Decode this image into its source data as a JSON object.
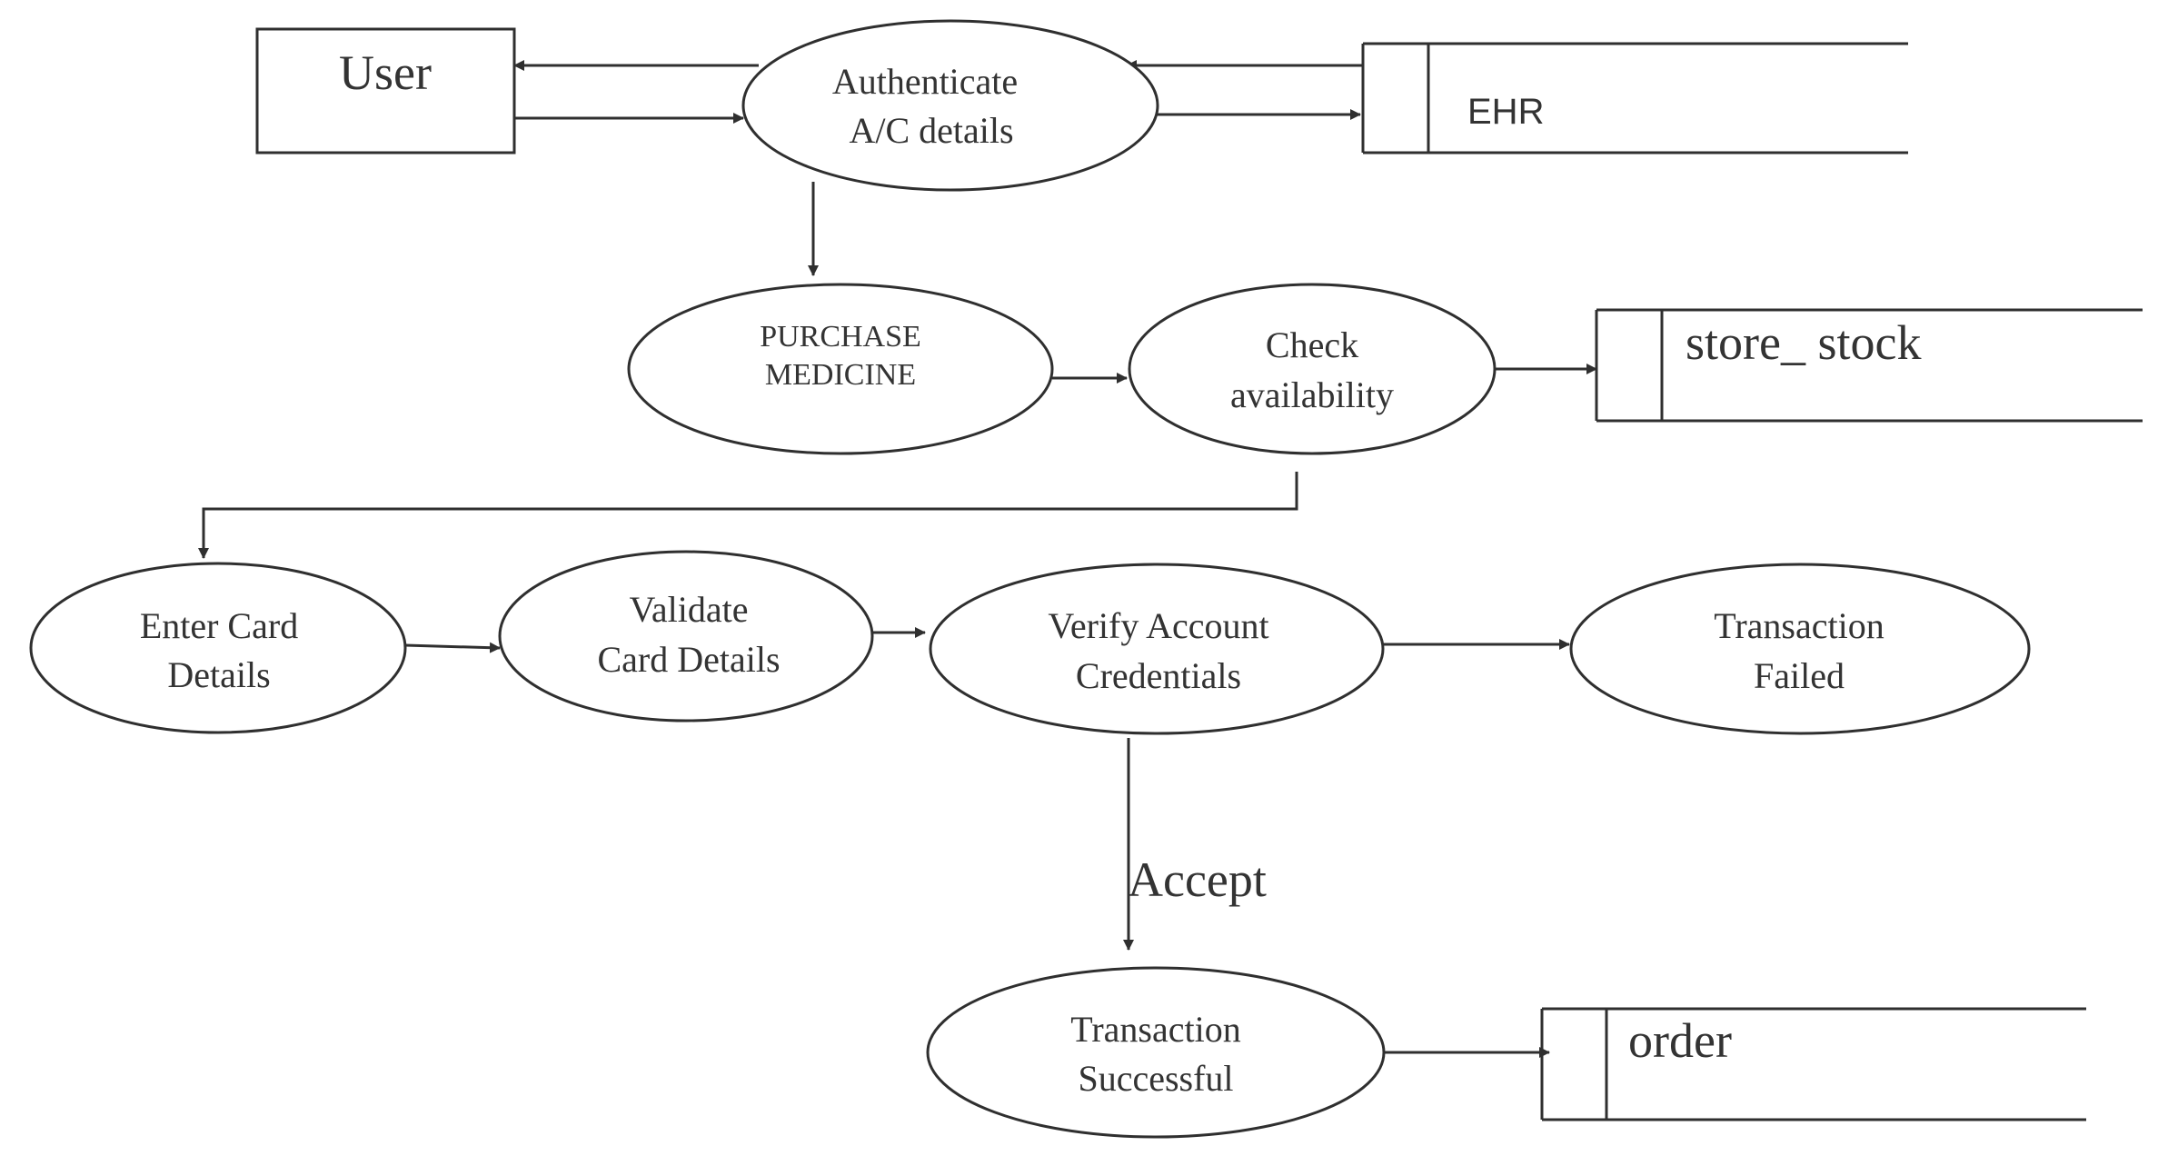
{
  "nodes": {
    "user": "User",
    "ehr": "EHR",
    "authenticate": [
      "Authenticate",
      "A/C    details"
    ],
    "purchase_medicine": [
      "PURCHASE",
      "MEDICINE"
    ],
    "check_availability": [
      "Check",
      "availability"
    ],
    "store_stock": "store_ stock",
    "enter_card_details": [
      "Enter Card",
      "Details"
    ],
    "validate_card_details": [
      "Validate",
      "Card Details"
    ],
    "verify_account_credentials": [
      "Verify Account",
      "Credentials"
    ],
    "transaction_failed": [
      "Transaction",
      "Failed"
    ],
    "transaction_successful": [
      "Transaction",
      "Successful"
    ],
    "order": "order"
  },
  "edge_labels": {
    "accept": "Accept"
  },
  "colors": {
    "stroke": "#2f2f2f",
    "text": "#333333",
    "background": "#ffffff"
  }
}
